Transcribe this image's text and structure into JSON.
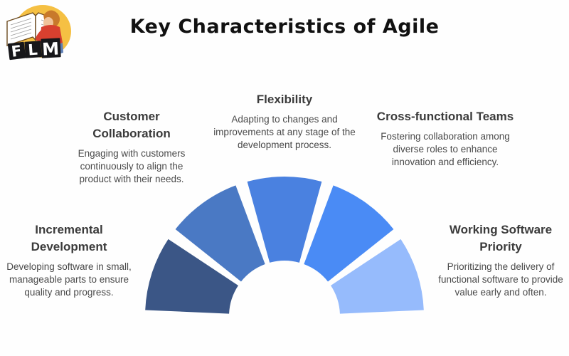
{
  "header": {
    "title": "Key Characteristics of Agile",
    "logo": {
      "name": "flm-logo",
      "letters": [
        "F",
        "L",
        "M"
      ],
      "circle_color": "#F5C043",
      "shirt_color": "#D8402F",
      "hair_color": "#C8792B",
      "pants_color": "#5E7FB5",
      "tile_color": "#17171a"
    }
  },
  "chart_data": {
    "type": "pie",
    "variant": "half-donut",
    "title": "Key Characteristics of Agile",
    "legend_position": "around",
    "center": [
      400,
      444
    ],
    "outer_radius": 196,
    "inner_radius": 78,
    "start_angle_deg": 180,
    "end_angle_deg": 360,
    "gap_deg": 5,
    "categories": [
      "Incremental Development",
      "Customer Collaboration",
      "Flexibility",
      "Cross-functional Teams",
      "Working Software Priority"
    ],
    "values": [
      20,
      20,
      20,
      20,
      20
    ],
    "colors": [
      "#3b5686",
      "#4a79c4",
      "#4a81e0",
      "#4a8bf5",
      "#96bbfc"
    ]
  },
  "characteristics": [
    {
      "id": "incremental-development",
      "title": "Incremental Development",
      "description": "Developing software in small, manageable parts to ensure quality and progress.",
      "color": "#3b5686"
    },
    {
      "id": "customer-collaboration",
      "title": "Customer Collaboration",
      "description": "Engaging with customers continuously to align the product with their needs.",
      "color": "#4a79c4"
    },
    {
      "id": "flexibility",
      "title": "Flexibility",
      "description": "Adapting to changes and improvements at any stage of the development process.",
      "color": "#4a81e0"
    },
    {
      "id": "cross-functional-teams",
      "title": "Cross-functional Teams",
      "description": "Fostering collaboration among diverse roles to enhance innovation and efficiency.",
      "color": "#4a8bf5"
    },
    {
      "id": "working-software-priority",
      "title": "Working Software Priority",
      "description": "Prioritizing the delivery of functional software to provide value early and often.",
      "color": "#96bbfc"
    }
  ],
  "style": {
    "background": "#fefefe",
    "title_color": "#111111",
    "label_title_color": "#3b3b3b",
    "label_desc_color": "#4a4a4a"
  }
}
